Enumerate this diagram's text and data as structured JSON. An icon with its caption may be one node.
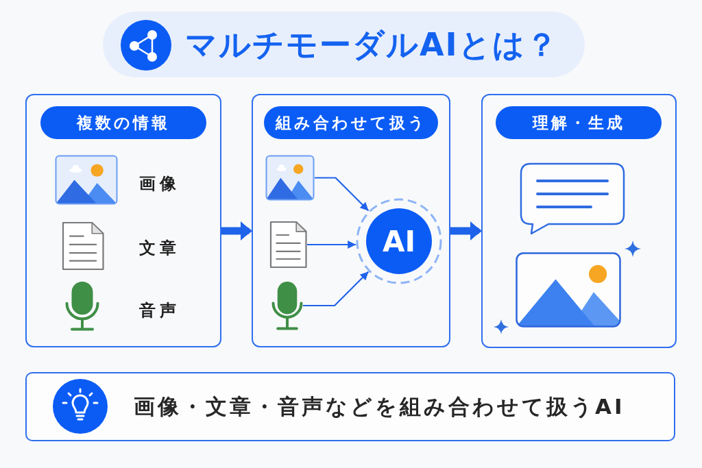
{
  "diagram": {
    "title": "マルチモーダルAIとは？",
    "nodes": [
      {
        "text": [
          "複数の情報"
        ]
      },
      {
        "text": [
          "組み合わせて扱う"
        ]
      },
      {
        "text": [],
        "shape": "picture",
        "in": 1
      },
      {
        "text": [],
        "shape": "picture",
        "in": 1
      },
      {
        "text": [],
        "shape": "picture",
        "in": 1
      },
      {
        "text": [
          "AI"
        ],
        "in": 1
      },
      {
        "text": [
          "理解・生成"
        ]
      },
      {
        "text": [
          "画像・文章・音声などを組み合わせて扱うAI"
        ]
      }
    ],
    "edges": [
      {
        "from": 0,
        "to": 1,
        "arrow": "to",
        "style": "thick"
      },
      {
        "from": 2,
        "to": 5,
        "arrow": "to"
      },
      {
        "from": 3,
        "to": 5,
        "arrow": "to"
      },
      {
        "from": 4,
        "to": 5,
        "arrow": "to"
      },
      {
        "from": 1,
        "to": 6,
        "arrow": "to",
        "style": "thick"
      }
    ],
    "labels": [
      "画像",
      "文章",
      "音声"
    ]
  }
}
